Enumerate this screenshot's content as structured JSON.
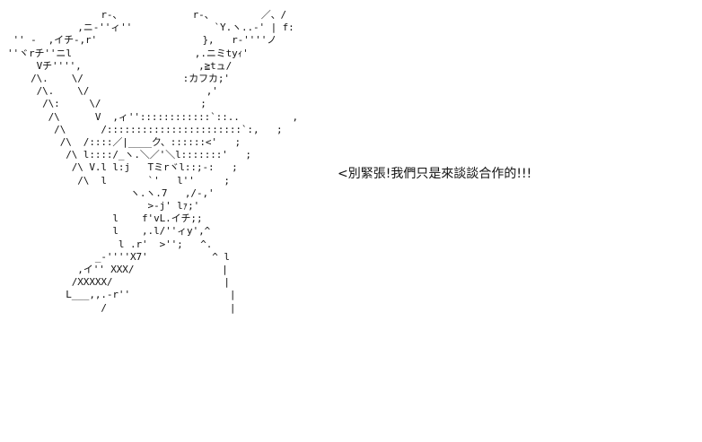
{
  "caption": "<別緊張!我們只是來談談合作的!!!",
  "ascii_art": [
    "                r-、            r-、        ／、/",
    "            ,ニ-''ィ''              `Y.ヽ..-' | f:",
    " '' -  ,イチ-,r'                  },   r-''''ノ",
    "''ヾrチ''ニl                     ,.ニミtyｨ'",
    "     Vチ'''',                    ,≧tュ/",
    "    /\\.    \\/                 :カフカ;'",
    "     /\\.    \\/                    ,'",
    "      /\\:     \\/                 ;",
    "       /\\      V  ,ィ''::::::::::::`::..         ,",
    "        /\\      /:::::::::::::::::::::::`:,   ;",
    "         /\\  /::::／|____ク、::::::<'   ;",
    "          /\\ l::::/_ヽ.＼／'＼l:::::::'   ;",
    "           /\\ V.l l:j   Tミrヾl::;-:   ;",
    "            /\\  l       `'   l''     ;",
    "                     ヽ.ヽ.7   ,/-,'",
    "                        >-j' lｧ;'",
    "                  l    f'vL.イチ;;",
    "                  l    ,.l/''ィy',^",
    "                   l .r'  >'';   ^.",
    "               _-''''X7'           ^ l",
    "            ,イ'' XXX/               |",
    "           /XXXXX/                   |",
    "          L___,,.-r''                 |",
    "                /                     |"
  ]
}
